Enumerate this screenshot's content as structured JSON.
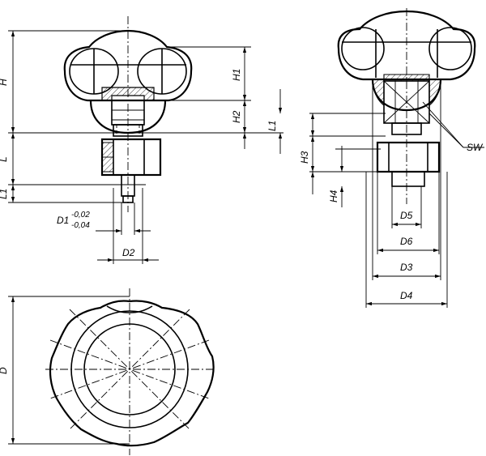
{
  "labels": {
    "H": "H",
    "H1": "H1",
    "H2": "H2",
    "L": "L",
    "L1_left": "L1",
    "L1_right": "L1",
    "D1": "D1",
    "D1_tol_upper": "-0,02",
    "D1_tol_lower": "-0,04",
    "D2": "D2",
    "D": "D",
    "H3": "H3",
    "H4": "H4",
    "D5": "D5",
    "D6": "D6",
    "D3": "D3",
    "D4": "D4",
    "SW": "SW"
  }
}
